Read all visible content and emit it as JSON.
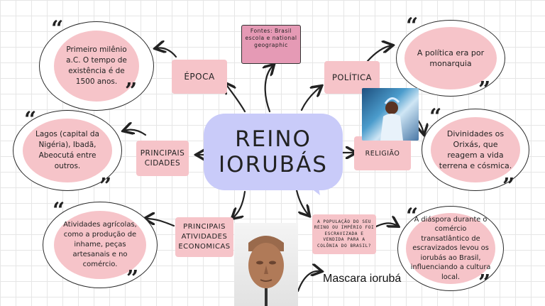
{
  "center": {
    "line1": "REINO",
    "line2": "IORUBÁS"
  },
  "source_note": "Fontes: Brasil escola e national geographic",
  "nodes": {
    "epoca": {
      "label": "ÉPOCA",
      "text": "Primeiro milênio a.C. O tempo de existência é de 1500 anos."
    },
    "politica": {
      "label": "POLÍTICA",
      "text": "A política era por monarquia"
    },
    "cidades": {
      "label": "PRINCIPAIS CIDADES",
      "text": "Lagos (capital da Nigéria), Ibadã, Abeocutá entre outros."
    },
    "religiao": {
      "label": "RELIGIÃO",
      "text": "Divinidades os Orixás, que reagem a vida terrena e cósmica."
    },
    "atividades": {
      "label": "PRINCIPAIS ATIVIDADES ECONOMICAS",
      "text": "Atividades agrícolas, como a produção de inhame, peças artesanais e no comércio."
    },
    "populacao": {
      "label": "A POPULAÇÃO DO SEU REINO OU IMPÉRIO FOI ESCRAVIZADA E VENDIDA PARA A COLÔNIA DO BRASIL?",
      "text": "A diáspora durante o comércio transatlântico de escravizados levou os iorubás ao Brasil, influenciando a cultura local."
    }
  },
  "mask_caption": "Mascara iorubá",
  "colors": {
    "center": "#c9cbf9",
    "label_pink": "#f6c4c9",
    "label_dark_pink": "#e59ab5",
    "oval_fill": "#f6c4c9",
    "arrow": "#222222"
  },
  "icons": {
    "quote_open": "“",
    "quote_close": "”"
  }
}
